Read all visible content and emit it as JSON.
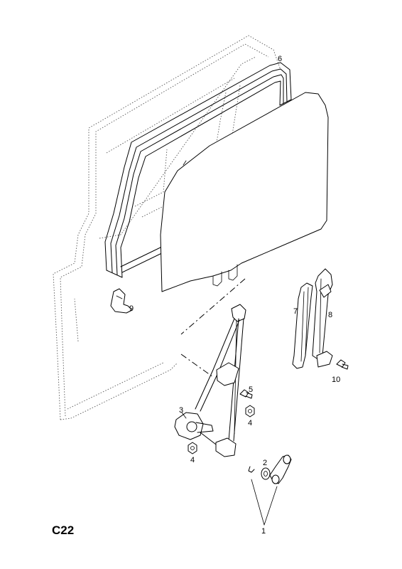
{
  "page_code": "C22",
  "callouts": {
    "c1": "1",
    "c2": "2",
    "c3": "3",
    "c4a": "4",
    "c4b": "4",
    "c5": "5",
    "c6": "6",
    "c7": "7",
    "c8": "8",
    "c9": "9",
    "c10": "10"
  }
}
